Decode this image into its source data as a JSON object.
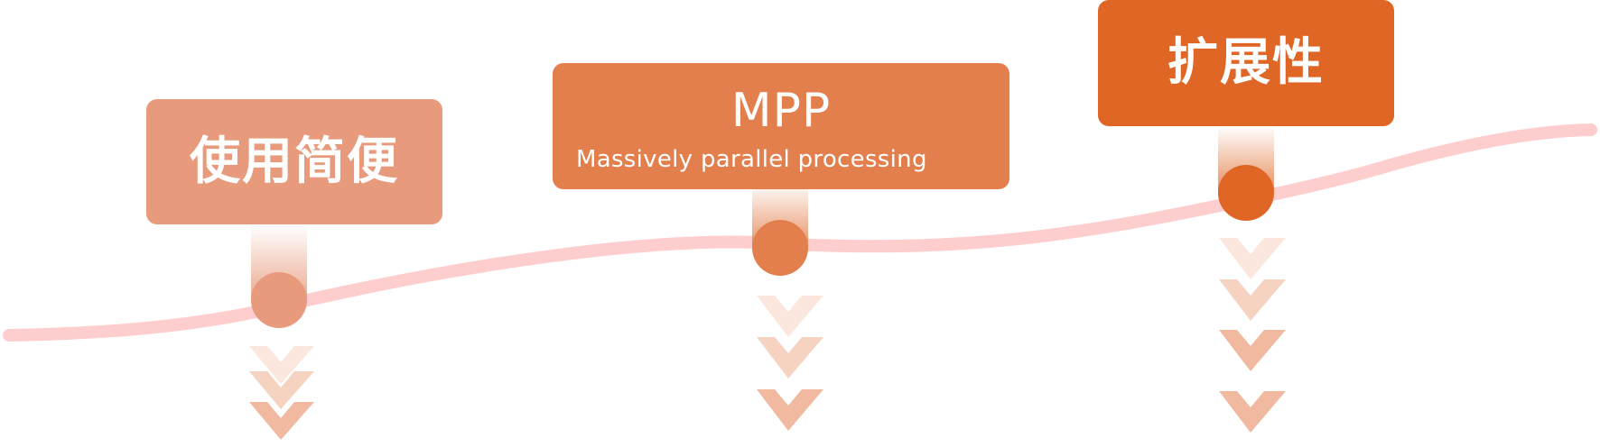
{
  "milestones": [
    {
      "title": "使用简便",
      "subtitle": "",
      "color": "#e89a7c"
    },
    {
      "title": "MPP",
      "subtitle": "Massively parallel processing",
      "color": "#e37f4c"
    },
    {
      "title": "扩展性",
      "subtitle": "",
      "color": "#df6624"
    }
  ],
  "colors": {
    "curve": "#fecdcd",
    "chevron_light": "#fbe7de",
    "chevron_mid": "#f6d2c0",
    "chevron_dark": "#f0b9a0"
  }
}
